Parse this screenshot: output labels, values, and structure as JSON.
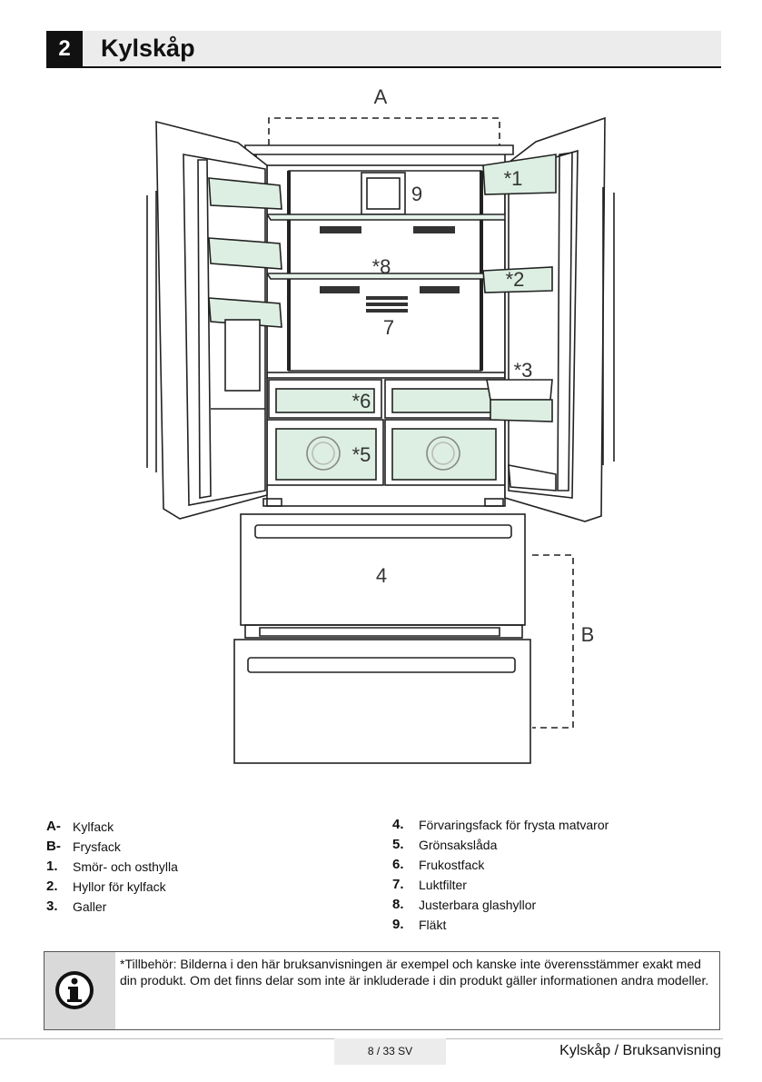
{
  "header": {
    "number": "2",
    "title": "Kylskåp"
  },
  "figure": {
    "labels": {
      "A": "A",
      "B": "B",
      "n1": "*1",
      "n2": "*2",
      "n3": "*3",
      "n4": "4",
      "n5": "*5",
      "n6": "*6",
      "n7": "7",
      "n8": "*8",
      "n9": "9"
    }
  },
  "legend_left": [
    {
      "key": "A-",
      "text": "Kylfack"
    },
    {
      "key": "B-",
      "text": "Frysfack"
    },
    {
      "key": "1.",
      "text": "Smör- och osthylla"
    },
    {
      "key": "2.",
      "text": "Hyllor för kylfack"
    },
    {
      "key": "3.",
      "text": "Galler"
    }
  ],
  "legend_right": [
    {
      "key": "4.",
      "text": "Förvaringsfack för frysta matvaror"
    },
    {
      "key": "5.",
      "text": "Grönsakslåda"
    },
    {
      "key": "6.",
      "text": "Frukostfack"
    },
    {
      "key": "7.",
      "text": "Luktfilter"
    },
    {
      "key": "8.",
      "text": "Justerbara glashyllor"
    },
    {
      "key": "9.",
      "text": "Fläkt"
    }
  ],
  "note": {
    "icon": "info-icon",
    "text": "*Tillbehör: Bilderna i den här bruksanvisningen är exempel och kanske inte överensstämmer exakt med din produkt. Om det finns delar som inte är inkluderade i din produkt gäller informationen andra modeller."
  },
  "footer": {
    "page": "8 / 33  SV",
    "title": "Kylskåp / Bruksanvisning"
  }
}
